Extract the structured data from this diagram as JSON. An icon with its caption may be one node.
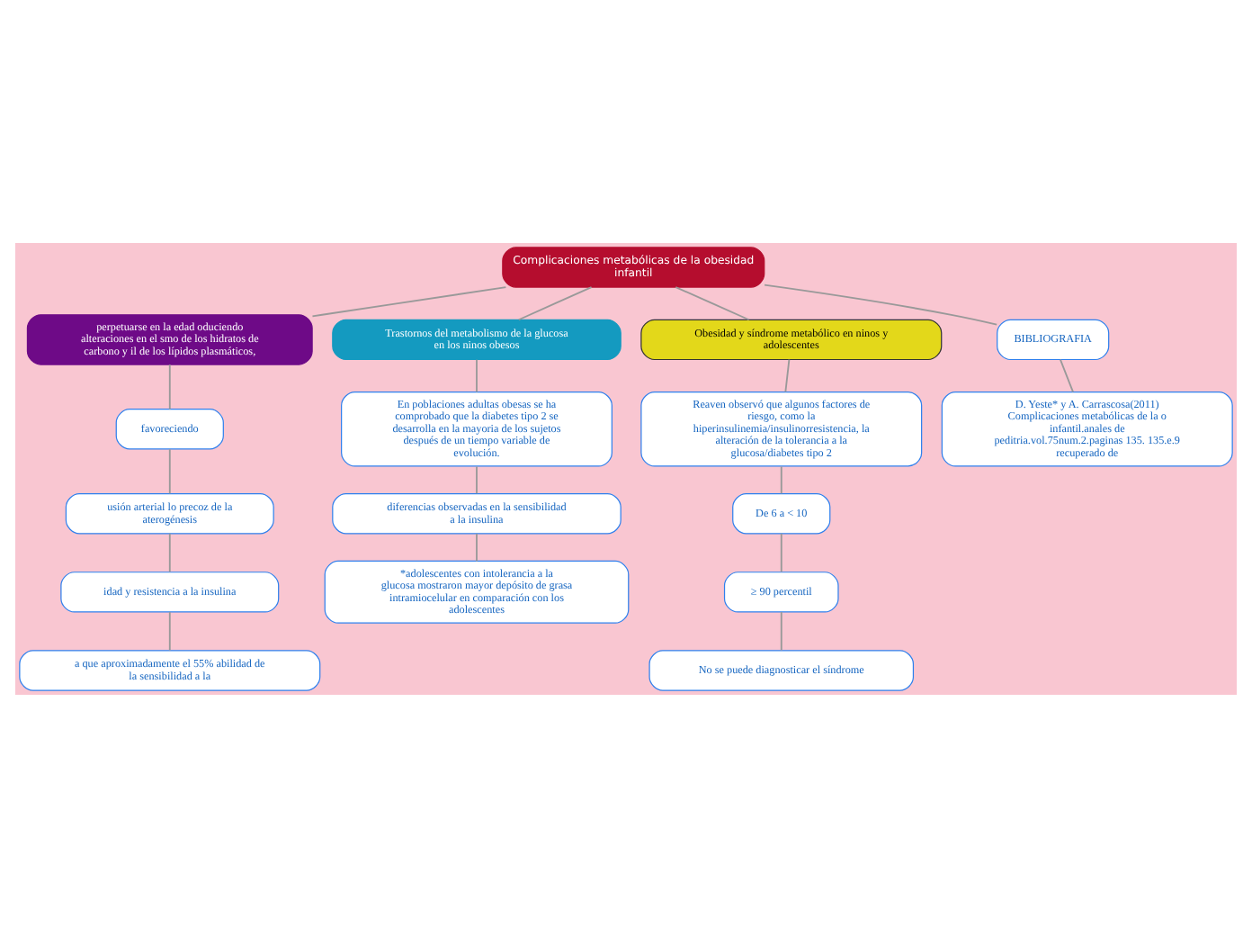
{
  "diagram": {
    "nodes": [
      {
        "text": [
          "Complicaciones metabólicas de la obesidad infantil"
        ]
      },
      {
        "text": [
          "perpetuarse en la edad oduciendo alteraciones en el smo de los hidratos de carbono y il de los lípidos plasmáticos,"
        ]
      },
      {
        "text": [
          "Trastornos del metabolismo de la glucosa en los ninos obesos"
        ]
      },
      {
        "text": [
          "Obesidad y síndrome metabólico en ninos y adolescentes"
        ]
      },
      {
        "text": [
          "BIBLIOGRAFIA"
        ]
      },
      {
        "text": [
          "favoreciendo"
        ]
      },
      {
        "text": [
          "usión arterial lo precoz de la aterogénesis"
        ]
      },
      {
        "text": [
          "idad y resistencia a la insulina"
        ]
      },
      {
        "text": [
          "a que aproximadamente el 55% abilidad de la sensibilidad a la"
        ]
      },
      {
        "text": [
          "En poblaciones adultas obesas se ha comprobado que la diabetes tipo 2 se desarrolla en la mayoria de los sujetos después de un tiempo variable de evolución."
        ]
      },
      {
        "text": [
          "diferencias observadas en la sensibilidad a la insulina"
        ]
      },
      {
        "text": [
          "*adolescentes con intolerancia a la glucosa mostraron mayor depósito de grasa intramiocelular en comparación con los adolescentes"
        ]
      },
      {
        "text": [
          "Reaven observó que algunos factores de riesgo, como la hiperinsulinemia/insulinorresistencia, la alteración de la tolerancia a la glucosa/diabetes tipo 2"
        ]
      },
      {
        "text": [
          "De 6 a < 10"
        ]
      },
      {
        "text": [
          "≥ 90 percentil"
        ]
      },
      {
        "text": [
          "No se puede diagnosticar el síndrome"
        ]
      },
      {
        "text": [
          "D. Yeste* y A. Carrascosa(2011) Complicaciones metabólicas de la o infantil.anales de peditria.vol.75num.2.paginas 135. 135.e.9 recuperado de"
        ]
      }
    ],
    "edges": [
      {
        "from": 0,
        "to": 1,
        "arrow": "none"
      },
      {
        "from": 0,
        "to": 2,
        "arrow": "none"
      },
      {
        "from": 0,
        "to": 3,
        "arrow": "none"
      },
      {
        "from": 0,
        "to": 4,
        "arrow": "none"
      },
      {
        "from": 1,
        "to": 5,
        "arrow": "none"
      },
      {
        "from": 5,
        "to": 6,
        "arrow": "none"
      },
      {
        "from": 6,
        "to": 7,
        "arrow": "none"
      },
      {
        "from": 7,
        "to": 8,
        "arrow": "none"
      },
      {
        "from": 2,
        "to": 9,
        "arrow": "none"
      },
      {
        "from": 9,
        "to": 10,
        "arrow": "none"
      },
      {
        "from": 10,
        "to": 11,
        "arrow": "none"
      },
      {
        "from": 3,
        "to": 12,
        "arrow": "none"
      },
      {
        "from": 12,
        "to": 13,
        "arrow": "none"
      },
      {
        "from": 13,
        "to": 14,
        "arrow": "none"
      },
      {
        "from": 14,
        "to": 15,
        "arrow": "none"
      },
      {
        "from": 4,
        "to": 16,
        "arrow": "none"
      }
    ]
  }
}
